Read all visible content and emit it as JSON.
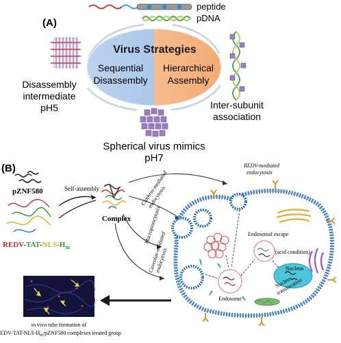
{
  "panel_a": {
    "label": "(A)",
    "peptide_label": "peptide",
    "pdna_label": "pDNA",
    "ellipse_title": "Virus Strategies",
    "left_line1": "Sequential",
    "left_line2": "Disassembly",
    "right_line1": "Hierarchical",
    "right_line2": "Assembly",
    "disassembly_line1": "Disassembly",
    "disassembly_line2": "intermediate",
    "disassembly_line3": "pH5",
    "intersubunit_line1": "Inter-subunit",
    "intersubunit_line2": "association",
    "spherical_line1": "Spherical virus mimics",
    "spherical_line2": "pH7",
    "colors": {
      "ellipse_left": "#a9c4e6",
      "ellipse_right": "#f6b98a",
      "tile": "#9a7fc0",
      "fiber": "#cc3b3b"
    }
  },
  "panel_b": {
    "label": "(B)",
    "pznf_label": "pZNF580",
    "self_assembly": "Self-assembly",
    "complex_label": "Complex",
    "redv_label": "REDV-TAT-NLS-H",
    "redv_parts": [
      "REDV",
      "-",
      "TAT",
      "-",
      "NLS",
      "-H"
    ],
    "redv_subscript": "m",
    "redv_colors": [
      "#d42a2a",
      "#d42a2a",
      "#2a9a3a",
      "#2a9a3a",
      "#d8b51a",
      "#2a9a3a"
    ],
    "redv_mediated_line1": "REDV-mediated",
    "redv_mediated_line2": "endocytosis",
    "clathrin_line1": "Clathrin-mediated",
    "clathrin_line2": "endocytosis",
    "macropinocytosis": "Macropinocytosis",
    "caveolae_line1": "Caveolae-mediated",
    "caveolae_line2": "endocytosis",
    "endosomal_escape": "Endosomal escape",
    "acid_condition": "(acid condition)",
    "nucleus": "Nucleus",
    "nucleus_translocation_line1": "Nucleus",
    "nucleus_translocation_line2": "translocation",
    "endosome": "Endosome",
    "tube_caption_line1": "in vivo tube formation of",
    "tube_caption_line2": "REDV-TAT-NLS-H",
    "tube_caption_sub": "m",
    "tube_caption_line3": "/pZNF580 complexes treated group",
    "colors": {
      "membrane": "#2f6fb6",
      "nucleus": "#4cc6d8",
      "golgi": "#d9b43a",
      "er": "#a15fc7",
      "mito": "#5ba05b",
      "micrograph": "#14143a"
    }
  }
}
